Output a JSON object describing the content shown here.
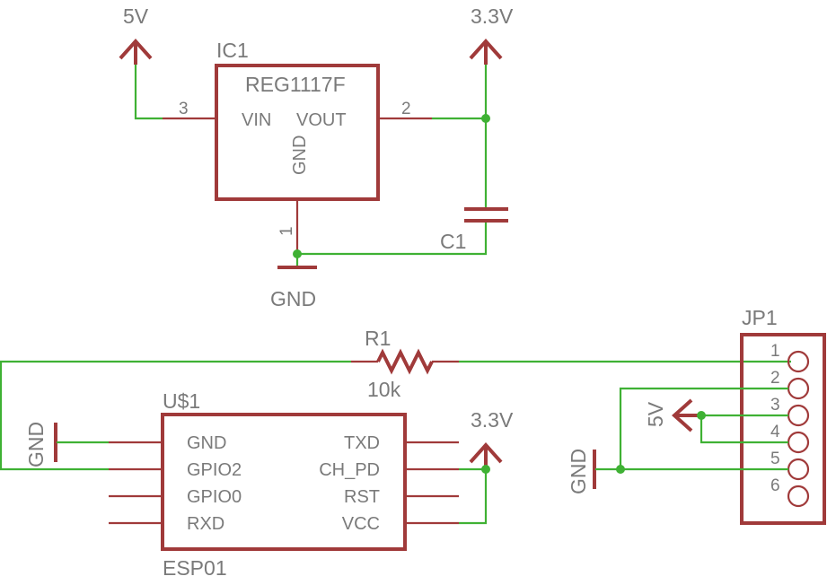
{
  "regulator": {
    "name": "IC1",
    "value": "REG1117F",
    "pins": {
      "vin": "VIN",
      "vout": "VOUT",
      "gnd": "GND"
    },
    "pin_numbers": {
      "vin": "3",
      "vout": "2",
      "gnd": "1"
    }
  },
  "capacitor": {
    "name": "C1"
  },
  "resistor": {
    "name": "R1",
    "value": "10k"
  },
  "esp": {
    "name": "U$1",
    "value": "ESP01",
    "pins_left": [
      "GND",
      "GPIO2",
      "GPIO0",
      "RXD"
    ],
    "pins_right": [
      "TXD",
      "CH_PD",
      "RST",
      "VCC"
    ]
  },
  "header": {
    "name": "JP1",
    "pin_numbers": [
      "1",
      "2",
      "3",
      "4",
      "5",
      "6"
    ]
  },
  "supplies": {
    "five_v": "5V",
    "three_v3": "3.3V",
    "gnd": "GND"
  },
  "colors": {
    "component": "#a03a3a",
    "wire": "#3fb134",
    "text": "#7a7a7a"
  }
}
